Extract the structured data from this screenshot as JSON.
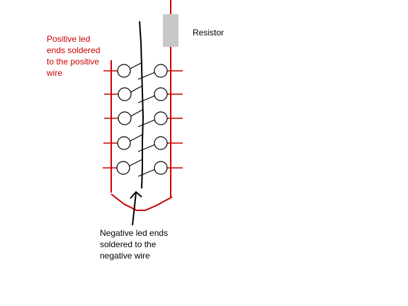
{
  "labels": {
    "resistor": "Resistor",
    "positive_note": "Positive led\nends soldered\nto the positive\nwire",
    "negative_note": "Negative led ends\nsoldered to the\nnegative wire"
  },
  "colors": {
    "positive_wire": "#cc0000",
    "negative_wire": "#000000",
    "resistor_fill": "#c8c8c8",
    "led_outline": "#000000",
    "positive_text": "#cc0000",
    "negative_text": "#000000",
    "resistor_text": "#000000"
  },
  "led_rows": 5,
  "led_columns": 2
}
